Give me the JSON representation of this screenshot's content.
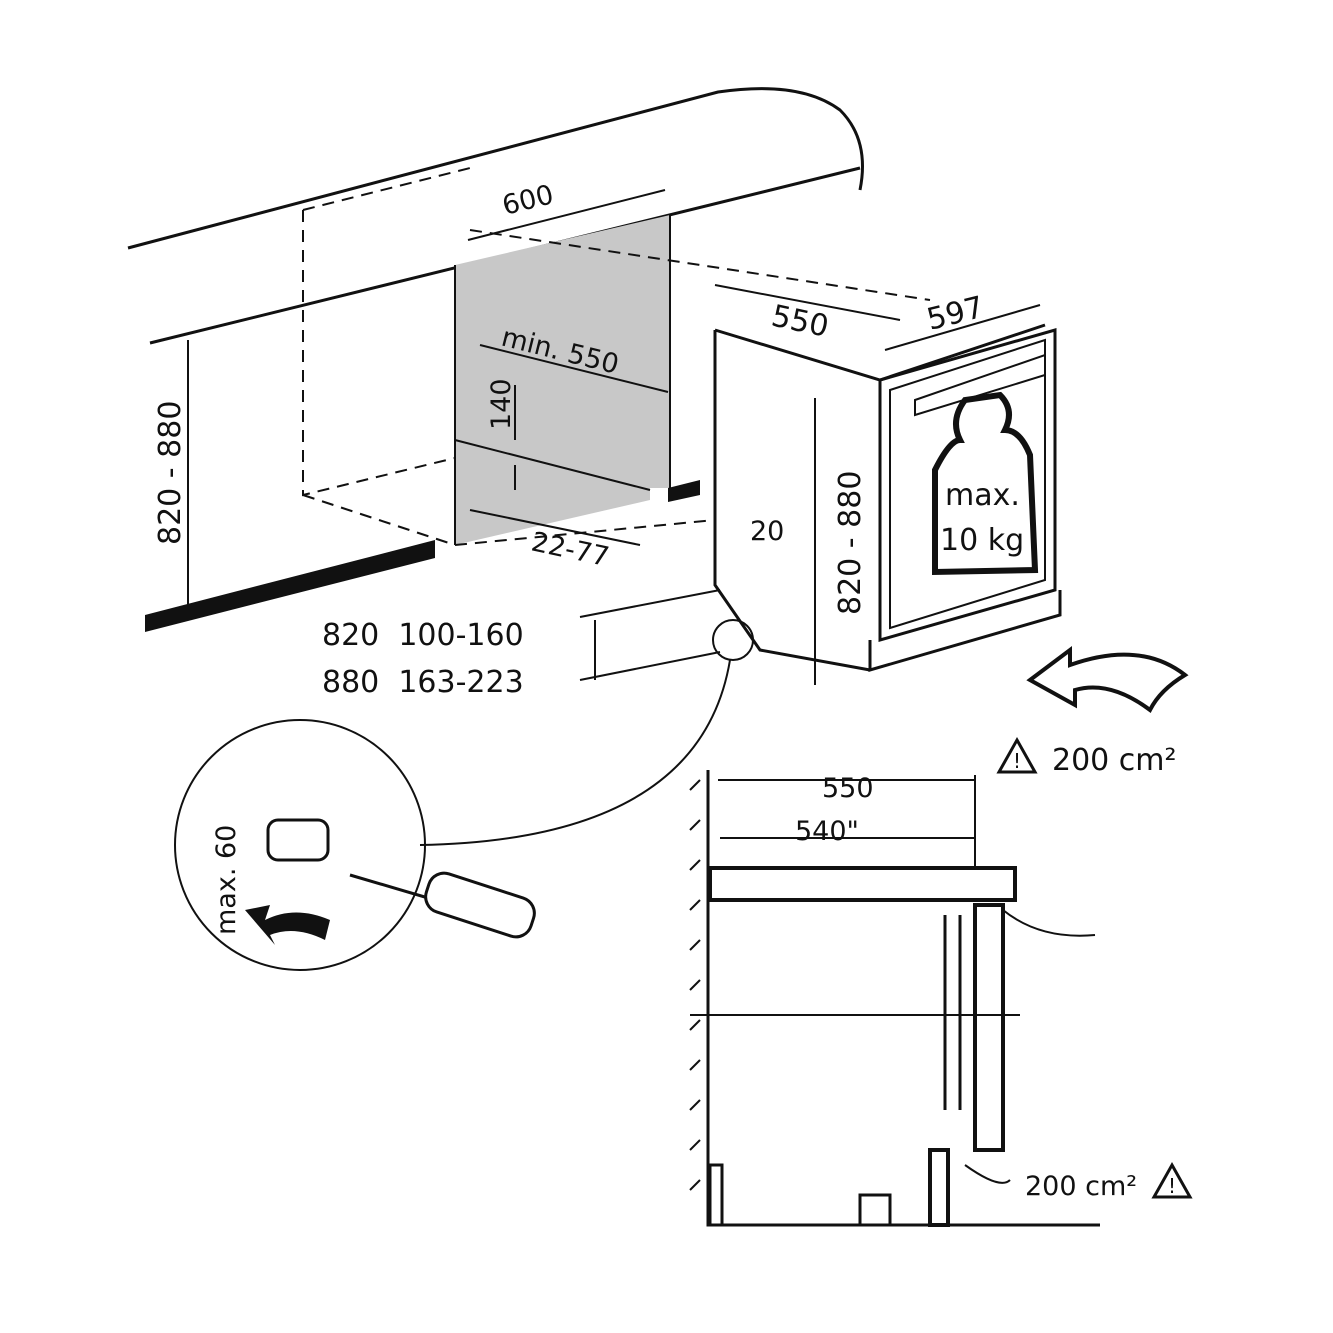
{
  "labels": {
    "niche_width": "600",
    "niche_depth_min": "min. 550",
    "vent_height": "140",
    "niche_height_left": "820 - 880",
    "plinth_range": "22-77",
    "door_gap": "20",
    "appliance_depth": "550",
    "appliance_width": "597",
    "appliance_height": "820 - 880",
    "load_max": "max.",
    "load_value": "10 kg",
    "table_row1": "820  100-160",
    "table_row2": "880  163-223",
    "foot_adjust": "max. 60",
    "vent_area_top": "200 cm²",
    "vent_area_bottom": "200 cm²",
    "section_depth": "550",
    "section_depth_inner": "540\""
  },
  "colors": {
    "ink": "#111111",
    "niche_fill": "#c8c8c8"
  }
}
